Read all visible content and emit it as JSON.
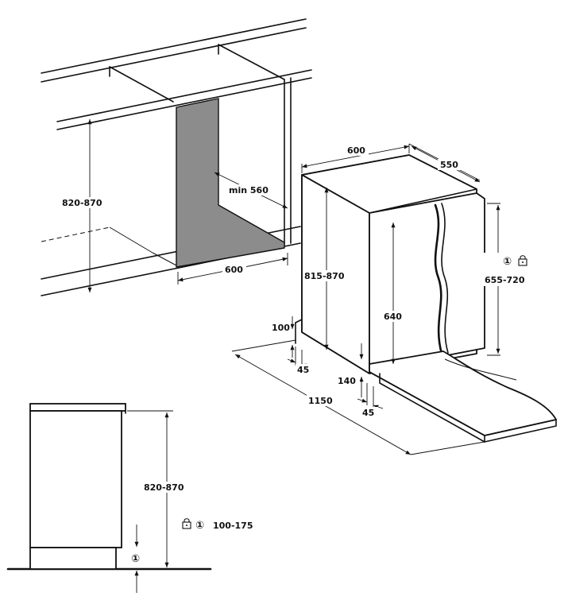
{
  "colors": {
    "line": "#111111",
    "niche_fill": "#8c8c8c",
    "background": "#ffffff"
  },
  "icons": [
    "circled-one-icon",
    "lock-icon"
  ],
  "niche": {
    "height_label": "820-870",
    "depth_label": "min 560",
    "width_label": "600"
  },
  "appliance": {
    "width_label": "600",
    "depth_label": "550",
    "height_label": "815-870",
    "door_height_label": "640",
    "panel_height_label": "655-720",
    "plinth_height_label": "100",
    "plinth_depth_label": "45",
    "door_gap_label": "140",
    "door_gap_depth_label": "45",
    "open_depth_label": "1150",
    "panel_note_symbol": "①"
  },
  "side_view": {
    "height_label": "820-870",
    "plinth_range_label": "100-175",
    "plinth_symbol": "①",
    "note_symbol": "①"
  }
}
